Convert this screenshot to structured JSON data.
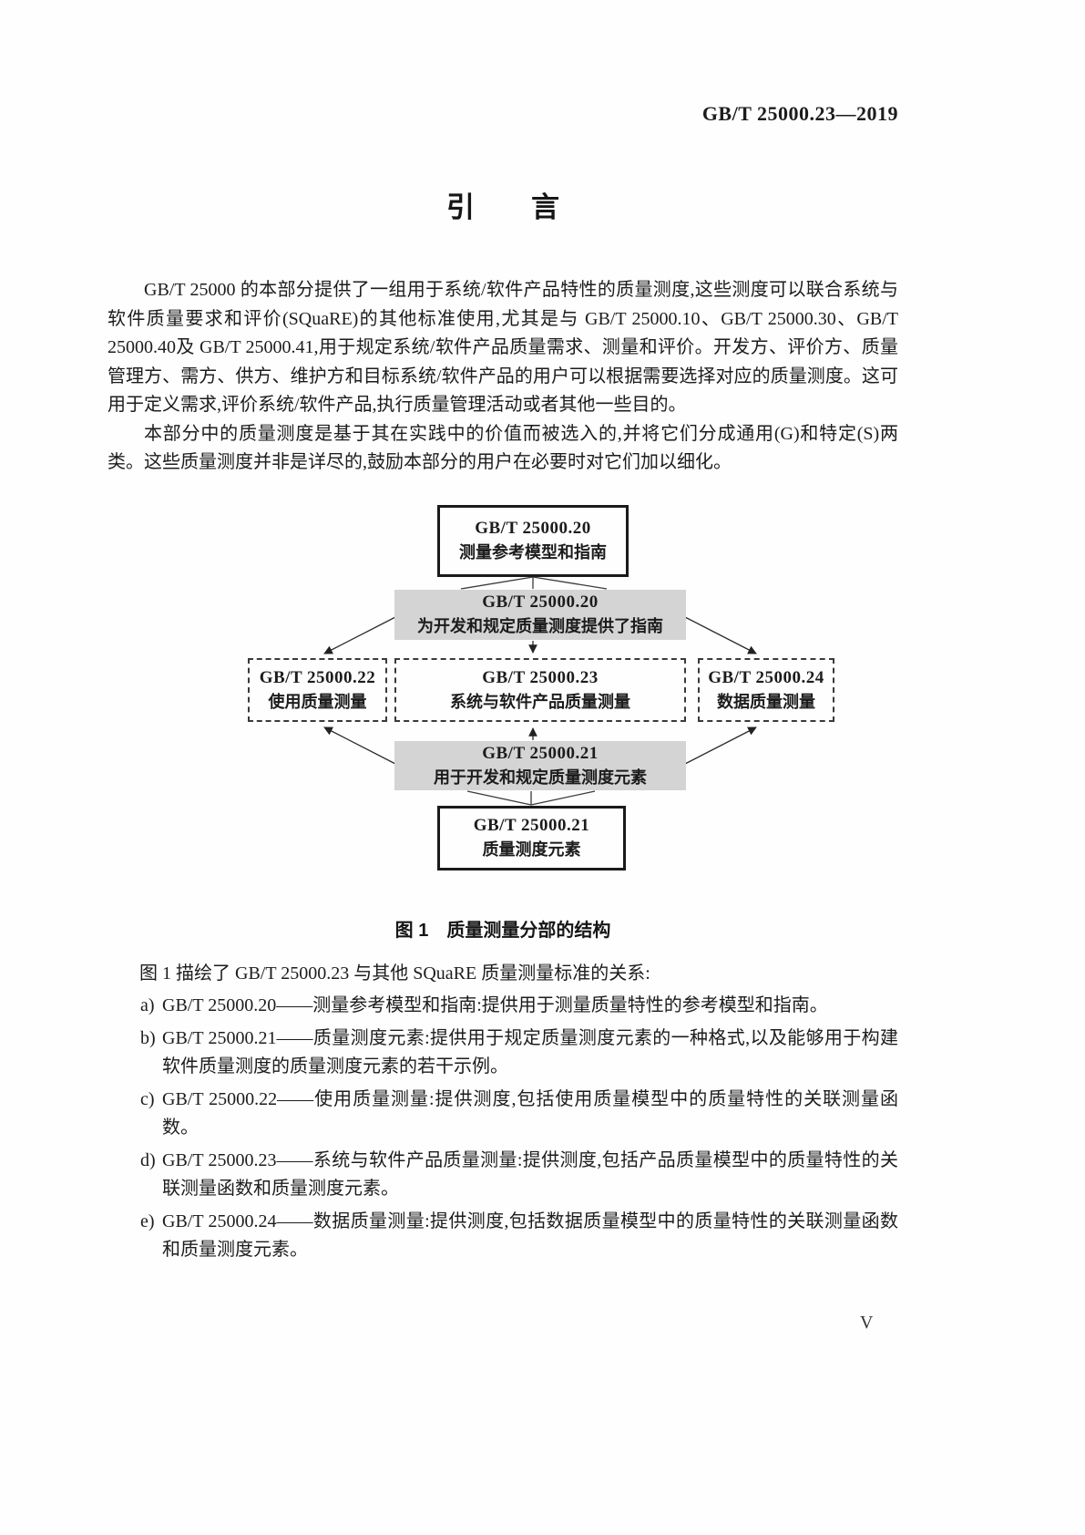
{
  "page": {
    "header": "GB/T 25000.23—2019",
    "title": "引　　言",
    "page_number": "V"
  },
  "paragraphs": [
    "GB/T 25000 的本部分提供了一组用于系统/软件产品特性的质量测度,这些测度可以联合系统与软件质量要求和评价(SQuaRE)的其他标准使用,尤其是与 GB/T 25000.10、GB/T 25000.30、GB/T 25000.40及 GB/T 25000.41,用于规定系统/软件产品质量需求、测量和评价。开发方、评价方、质量管理方、需方、供方、维护方和目标系统/软件产品的用户可以根据需要选择对应的质量测度。这可用于定义需求,评价系统/软件产品,执行质量管理活动或者其他一些目的。",
    "本部分中的质量测度是基于其在实践中的价值而被选入的,并将它们分成通用(G)和特定(S)两类。这些质量测度并非是详尽的,鼓励本部分的用户在必要时对它们加以细化。"
  ],
  "figure": {
    "caption": "图 1　质量测量分部的结构",
    "boxes": {
      "top": {
        "line1": "GB/T 25000.20",
        "line2": "测量参考模型和指南"
      },
      "guide_top": {
        "line1": "GB/T 25000.20",
        "line2": "为开发和规定质量测度提供了指南"
      },
      "left": {
        "line1": "GB/T 25000.22",
        "line2": "使用质量测量"
      },
      "center": {
        "line1": "GB/T 25000.23",
        "line2": "系统与软件产品质量测量"
      },
      "right": {
        "line1": "GB/T 25000.24",
        "line2": "数据质量测量"
      },
      "guide_bottom": {
        "line1": "GB/T 25000.21",
        "line2": "用于开发和规定质量测度元素"
      },
      "bottom": {
        "line1": "GB/T 25000.21",
        "line2": "质量测度元素"
      }
    }
  },
  "list_intro": "图 1 描绘了 GB/T 25000.23 与其他 SQuaRE 质量测量标准的关系:",
  "list_items": [
    {
      "label": "a)",
      "text": "GB/T 25000.20——测量参考模型和指南:提供用于测量质量特性的参考模型和指南。"
    },
    {
      "label": "b)",
      "text": "GB/T 25000.21——质量测度元素:提供用于规定质量测度元素的一种格式,以及能够用于构建软件质量测度的质量测度元素的若干示例。"
    },
    {
      "label": "c)",
      "text": "GB/T 25000.22——使用质量测量:提供测度,包括使用质量模型中的质量特性的关联测量函数。"
    },
    {
      "label": "d)",
      "text": "GB/T 25000.23——系统与软件产品质量测量:提供测度,包括产品质量模型中的质量特性的关联测量函数和质量测度元素。"
    },
    {
      "label": "e)",
      "text": "GB/T 25000.24——数据质量测量:提供测度,包括数据质量模型中的质量特性的关联测量函数和质量测度元素。"
    }
  ],
  "colors": {
    "box_gray": "#d4d4d4",
    "text": "#1c1c1c"
  }
}
